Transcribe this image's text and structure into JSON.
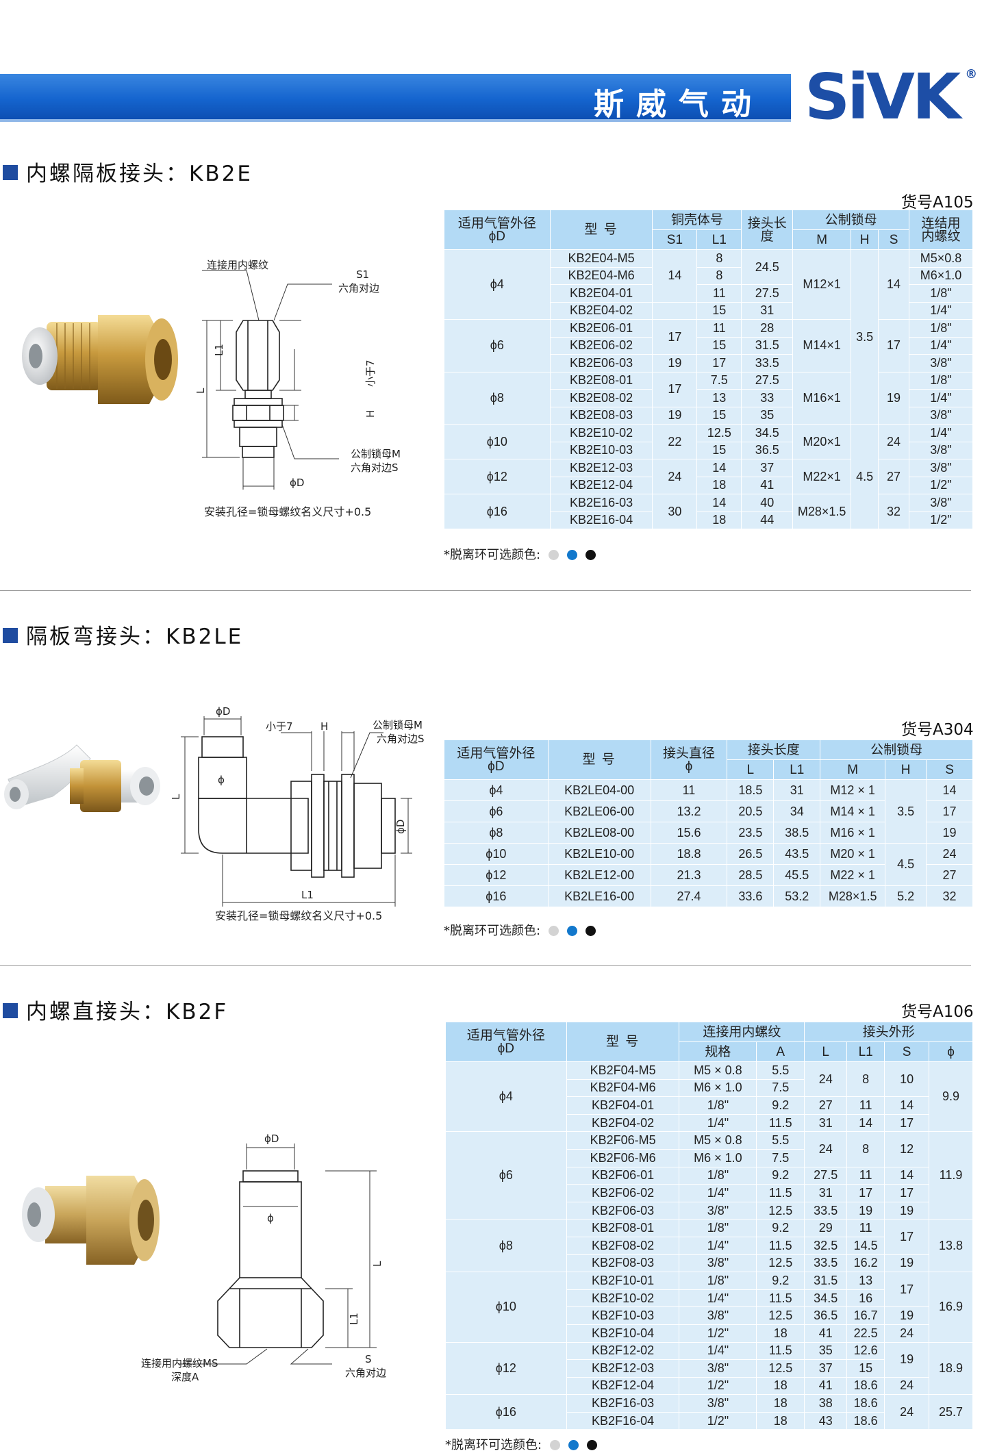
{
  "header": {
    "brand_cn": "斯威气动",
    "logo": "SiVK",
    "logo_reg": "®"
  },
  "colors": {
    "band": "#1565cf",
    "cell": "#dcedf9",
    "head": "#b3daf5",
    "gray_dot": "#d3d3d3",
    "blue_dot": "#1278cc",
    "black_dot": "#111111"
  },
  "kb2e": {
    "title": "内螺隔板接头：KB2E",
    "code": "货号A105",
    "labels": {
      "thread": "连接用内螺纹",
      "s1": "S1",
      "hex": "六角对边",
      "l1": "L1",
      "l": "L",
      "lt7": "小于7",
      "h": "H",
      "nut": "公制锁母M",
      "hex_s": "六角对边S",
      "d": "ϕD",
      "hole": "安装孔径=锁母螺纹名义尺寸+0.5"
    },
    "head": {
      "od": "适用气管外径",
      "od_sym": "ϕD",
      "model": "型 号",
      "body": "铜壳体号",
      "len": "接头长度",
      "nut": "公制锁母",
      "thread1": "连结用",
      "thread2": "内螺纹",
      "s1": "S1",
      "l1": "L1",
      "l": "L",
      "m": "M",
      "h": "H",
      "s": "S"
    },
    "groups": [
      {
        "od": "ϕ4",
        "m": "M12×1",
        "s": "14",
        "rows": [
          {
            "model": "KB2E04-M5",
            "l1": "8",
            "thread": "M5×0.8"
          },
          {
            "model": "KB2E04-M6",
            "l1": "8",
            "thread": "M6×1.0"
          },
          {
            "model": "KB2E04-01",
            "l1": "11",
            "thread": "1/8\""
          },
          {
            "model": "KB2E04-02",
            "l1": "15",
            "thread": "1/4\""
          }
        ],
        "s1": [
          {
            "v": "14",
            "span": 3
          },
          {
            "v": "",
            "span": 1
          }
        ],
        "l": [
          {
            "v": "24.5",
            "span": 2
          },
          {
            "v": "27.5",
            "span": 1
          },
          {
            "v": "31",
            "span": 1
          }
        ]
      },
      {
        "od": "ϕ6",
        "m": "M14×1",
        "s": "17",
        "rows": [
          {
            "model": "KB2E06-01",
            "l1": "11",
            "l": "28",
            "thread": "1/8\""
          },
          {
            "model": "KB2E06-02",
            "l1": "15",
            "l": "31.5",
            "thread": "1/4\""
          },
          {
            "model": "KB2E06-03",
            "l1": "17",
            "l": "33.5",
            "thread": "3/8\""
          }
        ],
        "s1": [
          {
            "v": "17",
            "span": 2
          },
          {
            "v": "19",
            "span": 1
          }
        ]
      },
      {
        "od": "ϕ8",
        "m": "M16×1",
        "s": "19",
        "rows": [
          {
            "model": "KB2E08-01",
            "l1": "7.5",
            "l": "27.5",
            "thread": "1/8\""
          },
          {
            "model": "KB2E08-02",
            "l1": "13",
            "l": "33",
            "thread": "1/4\""
          },
          {
            "model": "KB2E08-03",
            "l1": "15",
            "l": "35",
            "thread": "3/8\""
          }
        ],
        "s1": [
          {
            "v": "17",
            "span": 2
          },
          {
            "v": "19",
            "span": 1
          }
        ]
      },
      {
        "od": "ϕ10",
        "m": "M20×1",
        "s": "24",
        "s1v": "22",
        "rows": [
          {
            "model": "KB2E10-02",
            "l1": "12.5",
            "l": "34.5",
            "thread": "1/4\""
          },
          {
            "model": "KB2E10-03",
            "l1": "15",
            "l": "36.5",
            "thread": "3/8\""
          }
        ]
      },
      {
        "od": "ϕ12",
        "m": "M22×1",
        "s": "27",
        "s1v": "24",
        "rows": [
          {
            "model": "KB2E12-03",
            "l1": "14",
            "l": "37",
            "thread": "3/8\""
          },
          {
            "model": "KB2E12-04",
            "l1": "18",
            "l": "41",
            "thread": "1/2\""
          }
        ]
      },
      {
        "od": "ϕ16",
        "m": "M28×1.5",
        "s": "32",
        "s1v": "30",
        "rows": [
          {
            "model": "KB2E16-03",
            "l1": "14",
            "l": "40",
            "thread": "3/8\""
          },
          {
            "model": "KB2E16-04",
            "l1": "18",
            "l": "44",
            "thread": "1/2\""
          }
        ]
      }
    ],
    "h_values": [
      "3.5",
      "4.5"
    ],
    "colors_note": "*脱离环可选颜色:"
  },
  "kb2le": {
    "title": "隔板弯接头：KB2LE",
    "code": "货号A304",
    "labels": {
      "d": "ϕD",
      "lt7": "小于7",
      "h": "H",
      "nut": "公制锁母M",
      "hex_s": "六角对边S",
      "l": "L",
      "phi": "ϕ",
      "d2": "ϕD",
      "l1": "L1",
      "hole": "安装孔径=锁母螺纹名义尺寸+0.5"
    },
    "head": {
      "od": "适用气管外径",
      "od_sym": "ϕD",
      "model": "型 号",
      "dia": "接头直径",
      "dia_sym": "ϕ",
      "len": "接头长度",
      "l": "L",
      "l1": "L1",
      "nut": "公制锁母",
      "m": "M",
      "h": "H",
      "s": "S"
    },
    "rows": [
      {
        "od": "ϕ4",
        "model": "KB2LE04-00",
        "dia": "11",
        "l": "18.5",
        "l1": "31",
        "m": "M12 × 1",
        "s": "14"
      },
      {
        "od": "ϕ6",
        "model": "KB2LE06-00",
        "dia": "13.2",
        "l": "20.5",
        "l1": "34",
        "m": "M14 × 1",
        "s": "17"
      },
      {
        "od": "ϕ8",
        "model": "KB2LE08-00",
        "dia": "15.6",
        "l": "23.5",
        "l1": "38.5",
        "m": "M16 × 1",
        "s": "19"
      },
      {
        "od": "ϕ10",
        "model": "KB2LE10-00",
        "dia": "18.8",
        "l": "26.5",
        "l1": "43.5",
        "m": "M20 × 1",
        "s": "24"
      },
      {
        "od": "ϕ12",
        "model": "KB2LE12-00",
        "dia": "21.3",
        "l": "28.5",
        "l1": "45.5",
        "m": "M22 × 1",
        "s": "27"
      },
      {
        "od": "ϕ16",
        "model": "KB2LE16-00",
        "dia": "27.4",
        "l": "33.6",
        "l1": "53.2",
        "m": "M28×1.5",
        "s": "32"
      }
    ],
    "h_values": [
      "3.5",
      "4.5",
      "5.2"
    ],
    "colors_note": "*脱离环可选颜色:"
  },
  "kb2f": {
    "title": "内螺直接头：KB2F",
    "code": "货号A106",
    "labels": {
      "d": "ϕD",
      "phi": "ϕ",
      "l": "L",
      "l1": "L1",
      "ms1": "连接用内螺纹MS",
      "ms2": "深度A",
      "s": "S",
      "hex": "六角对边"
    },
    "head": {
      "od": "适用气管外径",
      "od_sym": "ϕD",
      "model": "型 号",
      "thread": "连接用内螺纹",
      "shape": "接头外形",
      "spec": "规格",
      "a": "A",
      "l": "L",
      "l1": "L1",
      "s": "S",
      "phi": "ϕ"
    },
    "groups": [
      {
        "od": "ϕ4",
        "phi": "9.9",
        "rows": [
          {
            "model": "KB2F04-M5",
            "spec": "M5 × 0.8",
            "a": "5.5"
          },
          {
            "model": "KB2F04-M6",
            "spec": "M6 × 1.0",
            "a": "7.5"
          },
          {
            "model": "KB2F04-01",
            "spec": "1/8\"",
            "a": "9.2"
          },
          {
            "model": "KB2F04-02",
            "spec": "1/4\"",
            "a": "11.5"
          }
        ],
        "lls": [
          {
            "l": "24",
            "l1": "8",
            "s": "10",
            "span": 2
          },
          {
            "l": "27",
            "l1": "11",
            "s": "14",
            "span": 1
          },
          {
            "l": "31",
            "l1": "14",
            "s": "17",
            "span": 1
          }
        ]
      },
      {
        "od": "ϕ6",
        "phi": "11.9",
        "rows": [
          {
            "model": "KB2F06-M5",
            "spec": "M5 × 0.8",
            "a": "5.5"
          },
          {
            "model": "KB2F06-M6",
            "spec": "M6 × 1.0",
            "a": "7.5"
          },
          {
            "model": "KB2F06-01",
            "spec": "1/8\"",
            "a": "9.2"
          },
          {
            "model": "KB2F06-02",
            "spec": "1/4\"",
            "a": "11.5"
          },
          {
            "model": "KB2F06-03",
            "spec": "3/8\"",
            "a": "12.5"
          }
        ],
        "lls": [
          {
            "l": "24",
            "l1": "8",
            "s": "12",
            "span": 2
          },
          {
            "l": "27.5",
            "l1": "11",
            "s": "14",
            "span": 1
          },
          {
            "l": "31",
            "l1": "17",
            "s": "17",
            "span": 1
          },
          {
            "l": "33.5",
            "l1": "19",
            "s": "19",
            "span": 1
          }
        ]
      },
      {
        "od": "ϕ8",
        "phi": "13.8",
        "rows": [
          {
            "model": "KB2F08-01",
            "spec": "1/8\"",
            "a": "9.2",
            "l": "29",
            "l1": "11"
          },
          {
            "model": "KB2F08-02",
            "spec": "1/4\"",
            "a": "11.5",
            "l": "32.5",
            "l1": "14.5"
          },
          {
            "model": "KB2F08-03",
            "spec": "3/8\"",
            "a": "12.5",
            "l": "33.5",
            "l1": "16.2"
          }
        ],
        "s": [
          {
            "v": "17",
            "span": 2
          },
          {
            "v": "19",
            "span": 1
          }
        ]
      },
      {
        "od": "ϕ10",
        "phi": "16.9",
        "rows": [
          {
            "model": "KB2F10-01",
            "spec": "1/8\"",
            "a": "9.2",
            "l": "31.5",
            "l1": "13"
          },
          {
            "model": "KB2F10-02",
            "spec": "1/4\"",
            "a": "11.5",
            "l": "34.5",
            "l1": "16"
          },
          {
            "model": "KB2F10-03",
            "spec": "3/8\"",
            "a": "12.5",
            "l": "36.5",
            "l1": "16.7"
          },
          {
            "model": "KB2F10-04",
            "spec": "1/2\"",
            "a": "18",
            "l": "41",
            "l1": "22.5"
          }
        ],
        "s": [
          {
            "v": "17",
            "span": 2
          },
          {
            "v": "19",
            "span": 1
          },
          {
            "v": "24",
            "span": 1
          }
        ]
      },
      {
        "od": "ϕ12",
        "phi": "18.9",
        "rows": [
          {
            "model": "KB2F12-02",
            "spec": "1/4\"",
            "a": "11.5",
            "l": "35",
            "l1": "12.6"
          },
          {
            "model": "KB2F12-03",
            "spec": "3/8\"",
            "a": "12.5",
            "l": "37",
            "l1": "15"
          },
          {
            "model": "KB2F12-04",
            "spec": "1/2\"",
            "a": "18",
            "l": "41",
            "l1": "18.6"
          }
        ],
        "s": [
          {
            "v": "19",
            "span": 2
          },
          {
            "v": "24",
            "span": 1
          }
        ]
      },
      {
        "od": "ϕ16",
        "phi": "25.7",
        "s": "24",
        "rows": [
          {
            "model": "KB2F16-03",
            "spec": "3/8\"",
            "a": "18",
            "l": "38",
            "l1": "18.6"
          },
          {
            "model": "KB2F16-04",
            "spec": "1/2\"",
            "a": "18",
            "l": "43",
            "l1": "18.6"
          }
        ]
      }
    ],
    "colors_note": "*脱离环可选颜色:"
  }
}
